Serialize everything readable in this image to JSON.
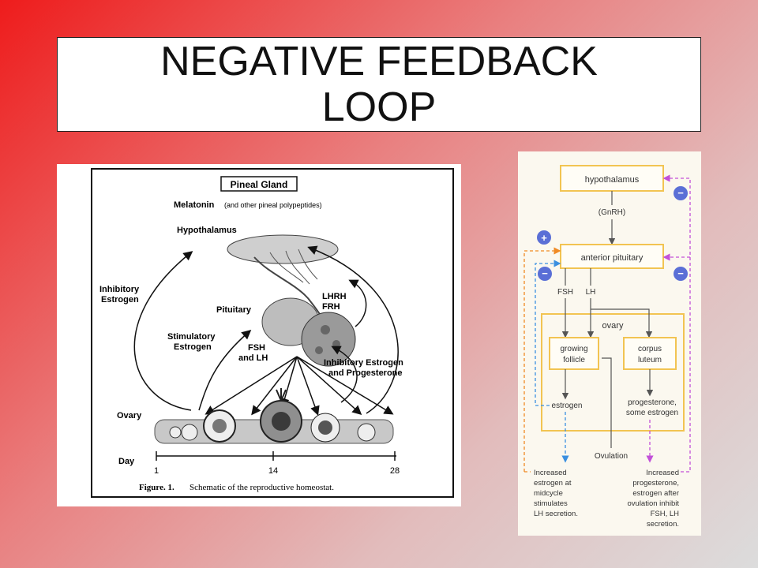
{
  "title": "NEGATIVE FEEDBACK LOOP",
  "left_diagram": {
    "pineal_box": "Pineal Gland",
    "melatonin": "Melatonin",
    "melatonin_note": "(and other pineal polypeptides)",
    "hypothalamus": "Hypothalamus",
    "inhibitory_estrogen": [
      "Inhibitory",
      "Estrogen"
    ],
    "pituitary": "Pituitary",
    "lhrh": "LHRH",
    "frh": "FRH",
    "stimulatory_estrogen": [
      "Stimulatory",
      "Estrogen"
    ],
    "fsh_lh": [
      "FSH",
      "and LH"
    ],
    "inhibitory_estrogen_prog": [
      "Inhibitory Estrogen",
      "and Progesterone"
    ],
    "ovary": "Ovary",
    "day": "Day",
    "day_ticks": [
      "1",
      "14",
      "28"
    ],
    "caption_bold": "Figure. 1.",
    "caption": "Schematic of the reproductive homeostat."
  },
  "right_diagram": {
    "hypothalamus": "hypothalamus",
    "gnrh": "(GnRH)",
    "anterior_pituitary": "anterior pituitary",
    "fsh": "FSH",
    "lh": "LH",
    "ovary": "ovary",
    "growing_follicle": [
      "growing",
      "follicle"
    ],
    "corpus_luteum": [
      "corpus",
      "luteum"
    ],
    "estrogen": "estrogen",
    "progesterone": [
      "progesterone,",
      "some estrogen"
    ],
    "ovulation": "Ovulation",
    "plus": "+",
    "minus": "−",
    "note_left": [
      "Increased",
      "estrogen at",
      "midcycle",
      "stimulates",
      "LH secretion."
    ],
    "note_right": [
      "Increased",
      "progesterone,",
      "estrogen after",
      "ovulation inhibit",
      "FSH, LH",
      "secretion."
    ],
    "colors": {
      "box": "#f2c452",
      "orange": "#f08a24",
      "blue": "#3a8fe0",
      "purple": "#c250d8",
      "badge": "#5a6fd6"
    }
  }
}
